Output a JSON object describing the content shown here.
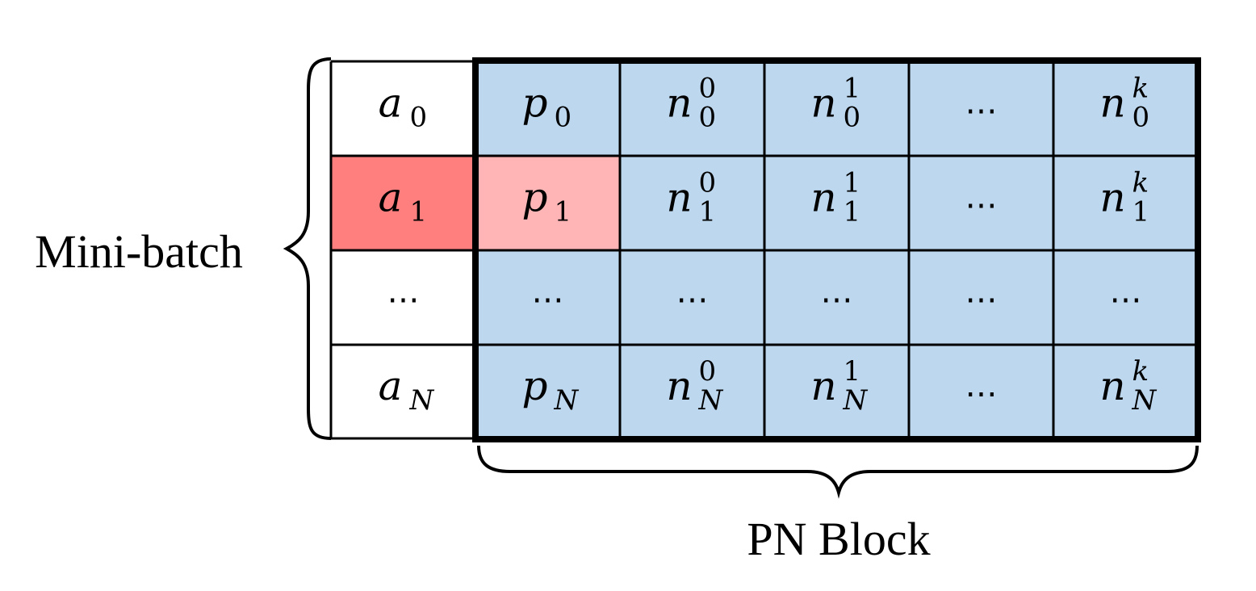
{
  "labels": {
    "left_brace": "Mini-batch",
    "bottom_brace": "PN Block"
  },
  "colors": {
    "block_fill": "#bdd7ee",
    "anchor_highlight": "#ff7f7f",
    "positive_highlight": "#ffb5b5",
    "background": "#ffffff",
    "line": "#000000"
  },
  "rows": [
    {
      "anchor": {
        "base": "a",
        "sub": "0",
        "sup": ""
      },
      "cells": [
        {
          "base": "p",
          "sub": "0",
          "sup": ""
        },
        {
          "base": "n",
          "sub": "0",
          "sup": "0"
        },
        {
          "base": "n",
          "sub": "0",
          "sup": "1"
        },
        {
          "text": "…"
        },
        {
          "base": "n",
          "sub": "0",
          "sup": "k"
        }
      ]
    },
    {
      "anchor": {
        "base": "a",
        "sub": "1",
        "sup": "",
        "highlight": "anchor"
      },
      "cells": [
        {
          "base": "p",
          "sub": "1",
          "sup": "",
          "highlight": "positive"
        },
        {
          "base": "n",
          "sub": "1",
          "sup": "0"
        },
        {
          "base": "n",
          "sub": "1",
          "sup": "1"
        },
        {
          "text": "…"
        },
        {
          "base": "n",
          "sub": "1",
          "sup": "k"
        }
      ]
    },
    {
      "anchor": {
        "text": "…"
      },
      "cells": [
        {
          "text": "…"
        },
        {
          "text": "…"
        },
        {
          "text": "…"
        },
        {
          "text": "…"
        },
        {
          "text": "…"
        }
      ]
    },
    {
      "anchor": {
        "base": "a",
        "sub": "N",
        "sup": ""
      },
      "cells": [
        {
          "base": "p",
          "sub": "N",
          "sup": ""
        },
        {
          "base": "n",
          "sub": "N",
          "sup": "0"
        },
        {
          "base": "n",
          "sub": "N",
          "sup": "1"
        },
        {
          "text": "…"
        },
        {
          "base": "n",
          "sub": "N",
          "sup": "k"
        }
      ]
    }
  ]
}
